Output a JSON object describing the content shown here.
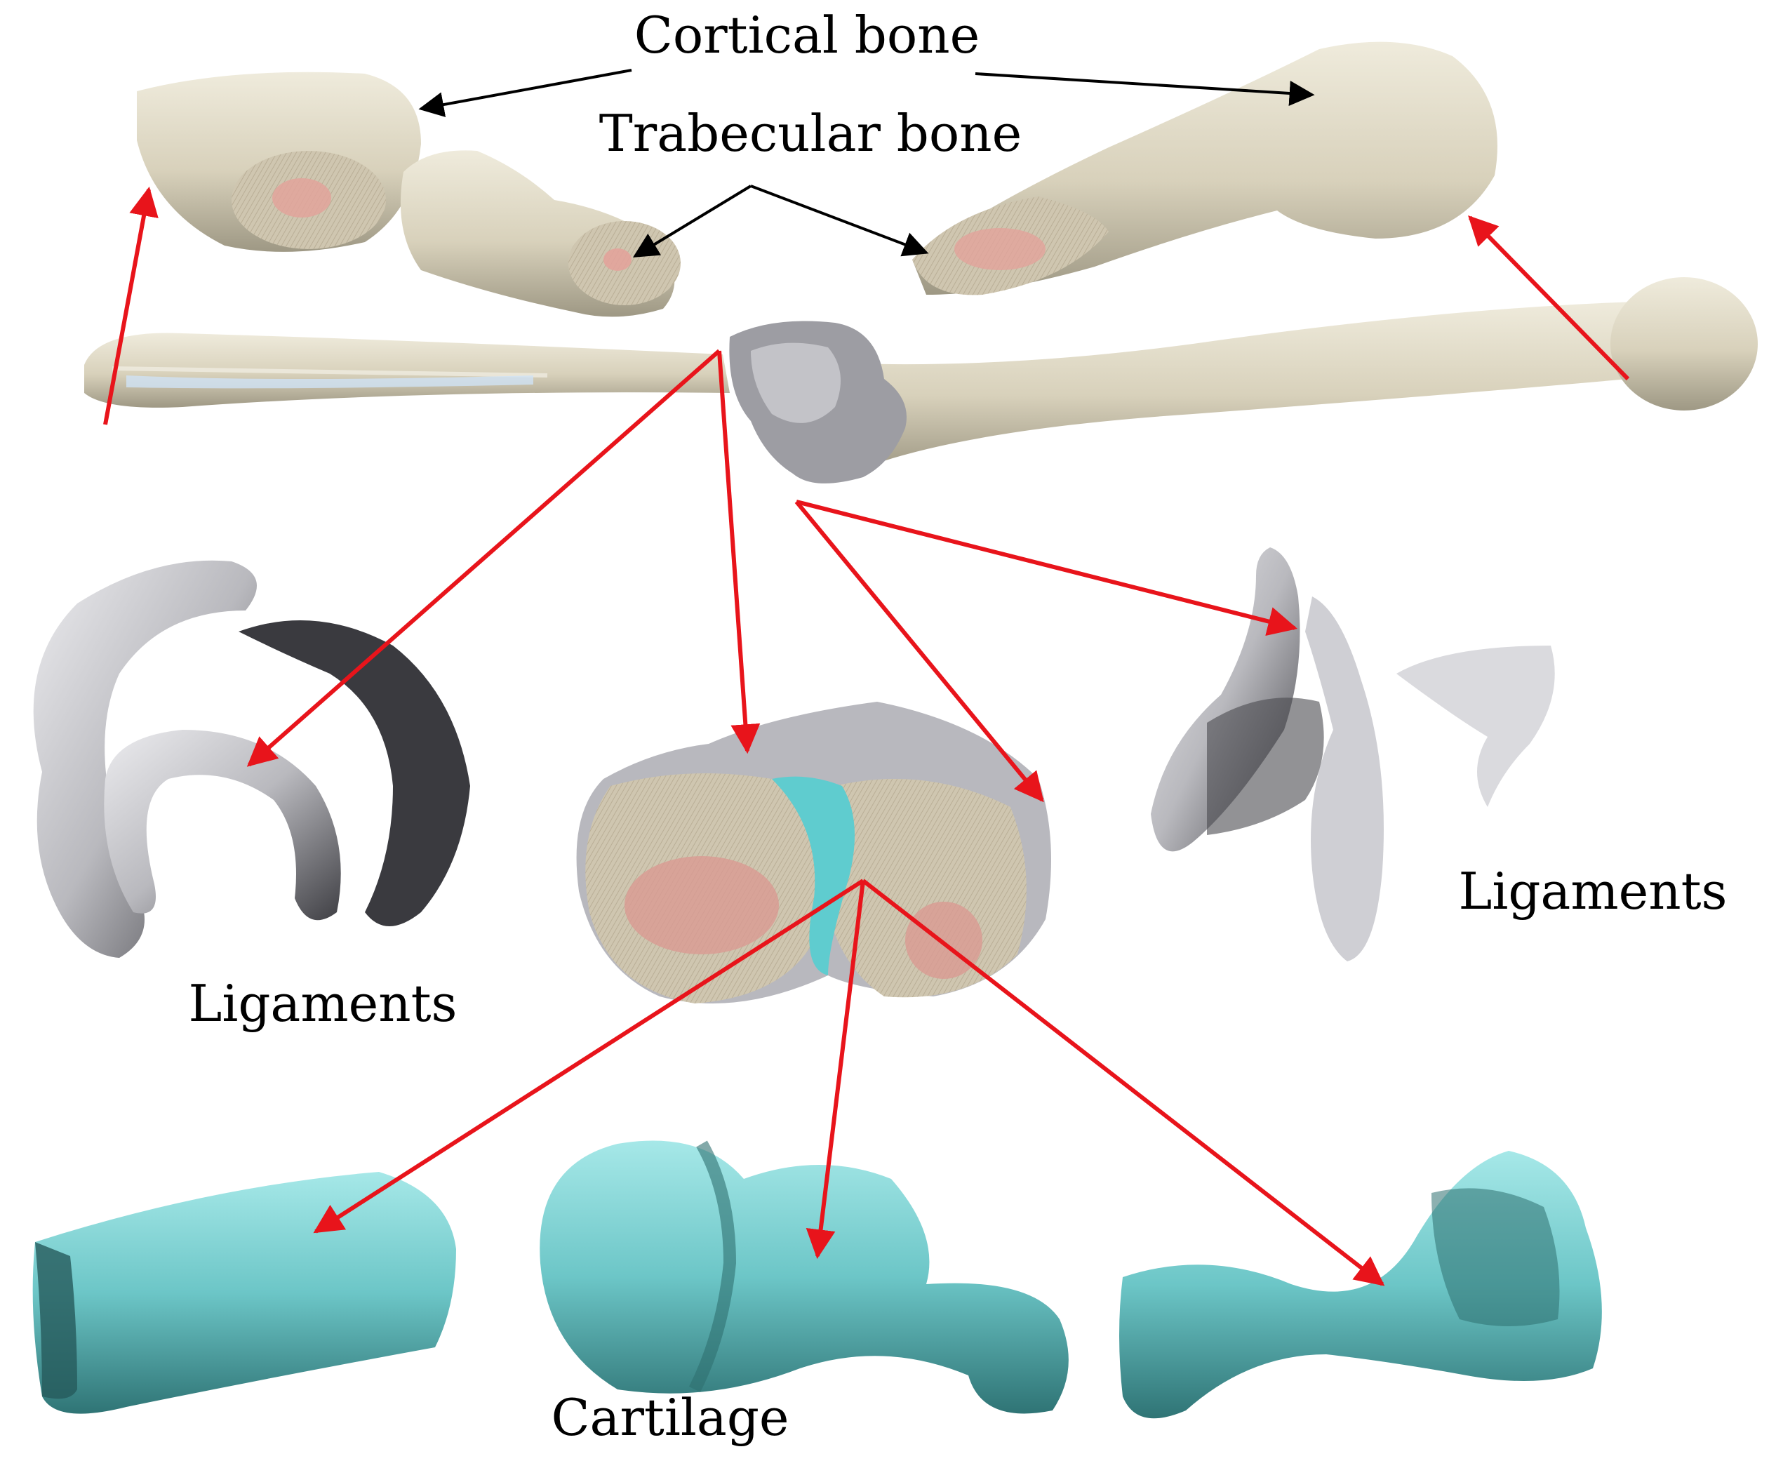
{
  "labels": {
    "cortical_bone": "Cortical bone",
    "trabecular_bone": "Trabecular bone",
    "ligaments_left": "Ligaments",
    "ligaments_right": "Ligaments",
    "cartilage": "Cartilage"
  },
  "colors": {
    "bone": "#dcd6c2",
    "bone_shadow": "#a8a28e",
    "cut_section": "#c9bfa8",
    "trabecular_core": "#d99a92",
    "ligament": "#c8c8cc",
    "ligament_dark": "#4a4a4e",
    "cartilage": "#7fd3d3",
    "cartilage_dark": "#2e6f70",
    "black_arrow": "#000000",
    "red_arrow": "#e8141b"
  }
}
